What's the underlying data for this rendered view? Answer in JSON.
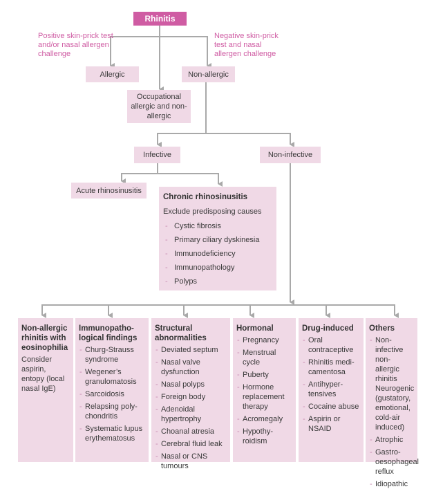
{
  "root": "Rhinitis",
  "positive_note": "Positive skin-prick test and/or nasal allergen challenge",
  "negative_note": "Negative skin-prick test and nasal allergen challenge",
  "allergic": "Allergic",
  "non_allergic": "Non-allergic",
  "occupational": "Occupational allergic and non-allergic",
  "infective": "Infective",
  "non_infective": "Non-infective",
  "acute": "Acute rhinosinusitis",
  "chronic": {
    "title": "Chronic rhinosinusitis",
    "subtitle": "Exclude predisposing causes",
    "items": [
      "Cystic fibrosis",
      "Primary ciliary dyskinesia",
      "Immunodeficiency",
      "Immunopathology",
      "Polyps"
    ]
  },
  "columns": [
    {
      "title": "Non-allergic rhinitis with eosinophilia",
      "text": "Consider aspirin, entopy (local nasal IgE)",
      "items": []
    },
    {
      "title": "Immunopatho-logical findings",
      "text": "",
      "items": [
        "Churg-Strauss syndrome",
        "Wegener’s granulomatosis",
        "Sarcoidosis",
        "Relapsing poly-chondritis",
        "Systematic lupus erythematosus"
      ]
    },
    {
      "title": "Structural abnormalities",
      "text": "",
      "items": [
        "Deviated septum",
        "Nasal valve dysfunction",
        "Nasal polyps",
        "Foreign body",
        "Adenoidal hypertrophy",
        "Choanal atresia",
        "Cerebral fluid leak",
        "Nasal or CNS tumours"
      ]
    },
    {
      "title": "Hormonal",
      "text": "",
      "items": [
        "Pregnancy",
        "Menstrual cycle",
        "Puberty",
        "Hormone replacement therapy",
        "Acromegaly",
        "Hypothy-roidism"
      ]
    },
    {
      "title": "Drug-induced",
      "text": "",
      "items": [
        "Oral contraceptive",
        "Rhinitis medi-camentosa",
        "Antihyper-tensives",
        "Cocaine abuse",
        "Aspirin or NSAID"
      ]
    },
    {
      "title": "Others",
      "text": "",
      "items": [
        "Non-infective non-allergic rhinitis Neurogenic (gustatory, emotional, cold-air induced)",
        "Atrophic",
        "Gastro-oesophageal reflux",
        "Idiopathic"
      ]
    }
  ],
  "colors": {
    "box": "#f0d9e6",
    "root": "#cf5ca3",
    "note": "#cf5ca3",
    "line": "#a9a9a9"
  }
}
